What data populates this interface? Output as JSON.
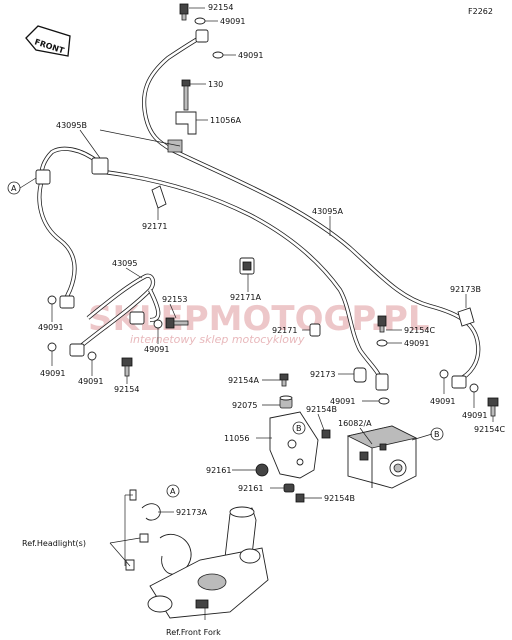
{
  "figure_code": "F2262",
  "direction_label": "FRONT",
  "watermark": {
    "brand": "SKLEPMOTOGP.PL",
    "tagline": "internetowy sklep motocyklowy"
  },
  "callouts": {
    "a": "A",
    "b": "B"
  },
  "part_numbers": {
    "p92154_top": "92154",
    "p49091_top": "49091",
    "p49091_top2": "49091",
    "p130": "130",
    "p11056a": "11056A",
    "p43095b": "43095B",
    "p43095a": "43095A",
    "p92171_left": "92171",
    "p43095": "43095",
    "p92153": "92153",
    "p92171a": "92171A",
    "p92173b": "92173B",
    "p92171_mid": "92171",
    "p92154c_top": "92154C",
    "p49091_mid": "49091",
    "p92173": "92173",
    "p49091_l1": "49091",
    "p49091_l2": "49091",
    "p49091_l3": "49091",
    "p49091_l4": "49091",
    "p92154_low": "92154",
    "p92154a": "92154A",
    "p92075": "92075",
    "p92154b_top": "92154B",
    "p49091_abs": "49091",
    "p16082a": "16082/A",
    "p11056": "11056",
    "p92161_top": "92161",
    "p92161_low": "92161",
    "p92154b_low": "92154B",
    "p49091_r1": "49091",
    "p49091_r2": "49091",
    "p92154c_low": "92154C",
    "p92173a": "92173A"
  },
  "references": {
    "headlight": "Ref.Headlight(s)",
    "front_fork": "Ref.Front Fork"
  }
}
